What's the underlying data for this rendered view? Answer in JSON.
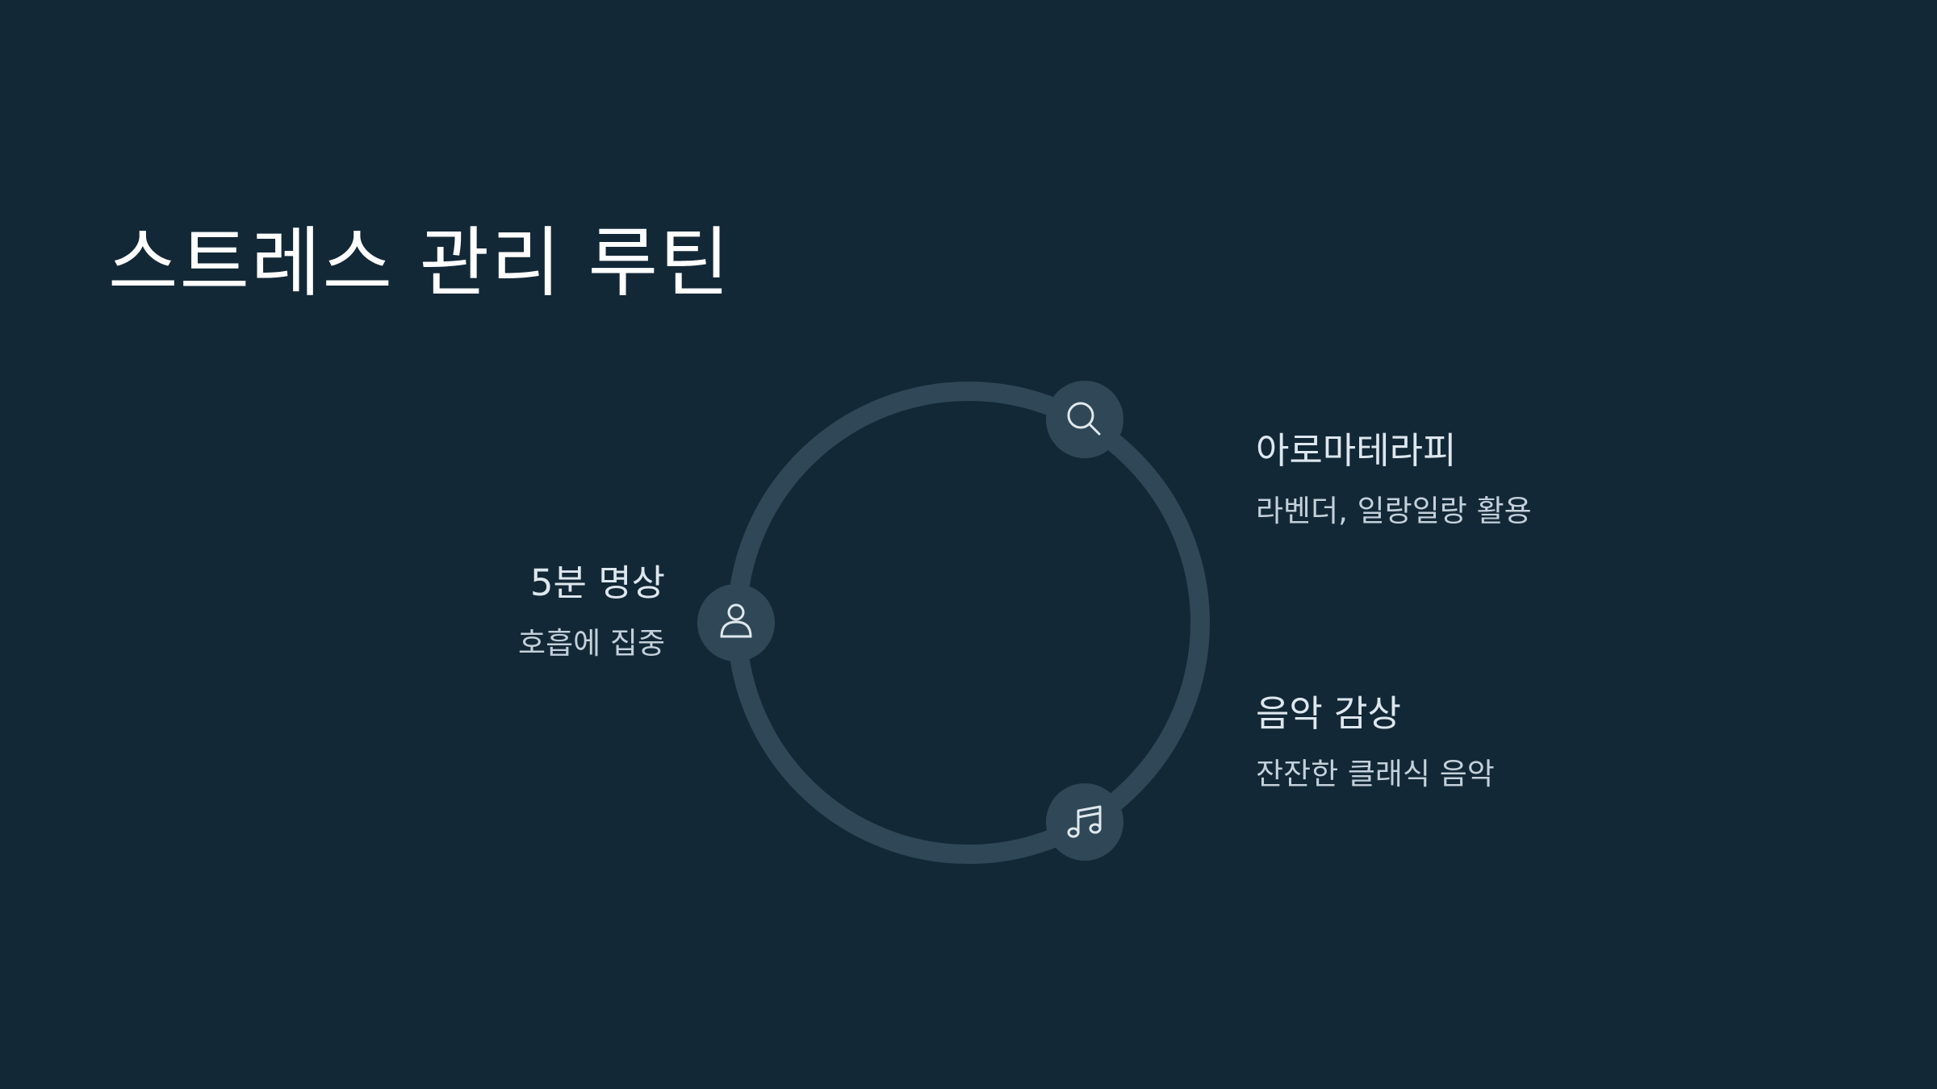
{
  "title": "스트레스 관리 루틴",
  "colors": {
    "background": "#132836",
    "ring": "#2f4757",
    "node_fill": "#2f4757",
    "icon_stroke": "#dfe8ee",
    "title_text": "#ffffff",
    "label_text": "#dde7ef"
  },
  "nodes": [
    {
      "icon": "search-icon",
      "heading": "아로마테라피",
      "description": "라벤더, 일랑일랑 활용"
    },
    {
      "icon": "user-icon",
      "heading": "5분 명상",
      "description": "호흡에 집중"
    },
    {
      "icon": "music-icon",
      "heading": "음악 감상",
      "description": "잔잔한 클래식 음악"
    }
  ]
}
